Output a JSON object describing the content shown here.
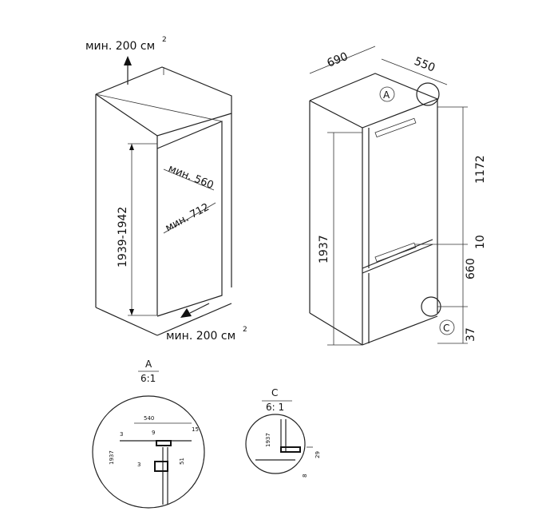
{
  "niche": {
    "vent_top": "мин. 200 см",
    "vent_top_sup": "2",
    "vent_bottom": "мин. 200 см",
    "vent_bottom_sup": "2",
    "depth_min": "мин. 560",
    "width_min": "мин. 712",
    "height_range": "1939-1942"
  },
  "fridge": {
    "width": "690",
    "depth": "550",
    "upper_height": "1172",
    "gap": "10",
    "lower_height": "660",
    "total_height": "1937",
    "plinth": "37",
    "callout_a": "A",
    "callout_c": "C"
  },
  "detail_a": {
    "title": "A",
    "scale": "6:1",
    "dim_540": "540",
    "dim_3a": "3",
    "dim_9": "9",
    "dim_15": "15",
    "dim_1937": "1937",
    "dim_3b": "3",
    "dim_51": "51"
  },
  "detail_c": {
    "title": "C",
    "scale": "6: 1",
    "dim_1937": "1937",
    "dim_29": "29",
    "dim_8": "8"
  }
}
